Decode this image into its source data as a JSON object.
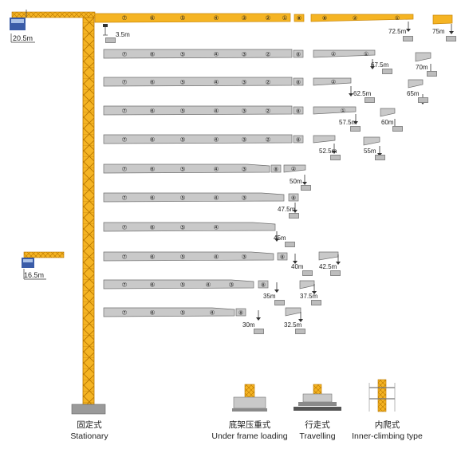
{
  "colors": {
    "jib": "#f5b423",
    "jib_stroke": "#c8870a",
    "extension": "#c9c9c9",
    "extension_stroke": "#6f6f6f",
    "cab": "#3a5ca8"
  },
  "main_jib": {
    "sections": [
      "⑦",
      "⑥",
      "⑤",
      "④",
      "③",
      "②",
      "①"
    ],
    "nose": "⑧",
    "ext_sections": [
      "⑧",
      "②",
      "①"
    ],
    "tip_length": "72.5m",
    "far_tip_length": "75m",
    "near_length": "3.5m"
  },
  "configurations": [
    {
      "sections": [
        "⑦",
        "⑥",
        "⑤",
        "④",
        "③",
        "②"
      ],
      "tip": "⑧",
      "ext": [
        "②",
        "①"
      ],
      "lengths": [
        "67.5m",
        "70m"
      ]
    },
    {
      "sections": [
        "⑦",
        "⑥",
        "⑤",
        "④",
        "③",
        "②"
      ],
      "tip": "⑧",
      "ext": [
        "②"
      ],
      "lengths": [
        "62.5m",
        "65m"
      ]
    },
    {
      "sections": [
        "⑦",
        "⑥",
        "⑤",
        "④",
        "③",
        "②"
      ],
      "tip": "⑧",
      "ext": [
        "①"
      ],
      "lengths": [
        "57.5m",
        "60m"
      ]
    },
    {
      "sections": [
        "⑦",
        "⑥",
        "⑤",
        "④",
        "③",
        "②"
      ],
      "tip": "⑧",
      "ext": [],
      "lengths": [
        "52.5m",
        "55m"
      ]
    },
    {
      "sections": [
        "⑦",
        "⑥",
        "⑤",
        "④",
        "③"
      ],
      "tip": "⑧",
      "ext": [
        "②"
      ],
      "lengths": [
        "50m"
      ]
    },
    {
      "sections": [
        "⑦",
        "⑥",
        "⑤",
        "④",
        "③"
      ],
      "tip": "⑧",
      "ext": [],
      "lengths": [
        "47.5m"
      ]
    },
    {
      "sections": [
        "⑦",
        "⑥",
        "⑤",
        "④"
      ],
      "tip": "",
      "ext": [],
      "lengths": [
        "45m"
      ]
    },
    {
      "sections": [
        "⑦",
        "⑥",
        "⑤",
        "④",
        "③"
      ],
      "tip": "⑧",
      "ext": [],
      "lengths": [
        "40m",
        "42.5m"
      ]
    },
    {
      "sections": [
        "⑦",
        "⑥",
        "⑤",
        "④",
        "③"
      ],
      "tip": "⑧",
      "ext": [],
      "lengths": [
        "35m",
        "37.5m"
      ]
    },
    {
      "sections": [
        "⑦",
        "⑥",
        "⑤",
        "④"
      ],
      "tip": "⑧",
      "ext": [],
      "lengths": [
        "30m",
        "32.5m"
      ]
    }
  ],
  "height_labels": {
    "top": "20.5m",
    "middle": "16.5m"
  },
  "legend": [
    {
      "zh": "固定式",
      "en": "Stationary"
    },
    {
      "zh": "底架压重式",
      "en": "Under frame loading"
    },
    {
      "zh": "行走式",
      "en": "Travelling"
    },
    {
      "zh": "内爬式",
      "en": "Inner-climbing type"
    }
  ]
}
